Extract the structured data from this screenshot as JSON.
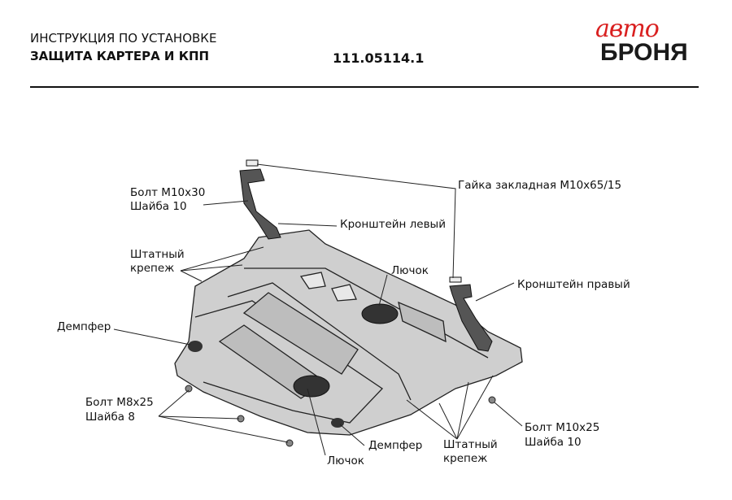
{
  "header": {
    "subtitle": "ИНСТРУКЦИЯ ПО УСТАНОВКЕ",
    "title": "ЗАЩИТА КАРТЕРА И КПП",
    "part_number": "111.05114.1"
  },
  "logo": {
    "line1": "авто",
    "line2": "БРОНЯ",
    "accent_color": "#d92020"
  },
  "labels": {
    "bolt_m10x30": "Болт М10x30",
    "washer_10_top": "Шайба 10",
    "nut_embedded": "Гайка закладная М10х65/15",
    "bracket_left": "Кронштейн левый",
    "std_fastener_top_1": "Штатный",
    "std_fastener_top_2": "крепеж",
    "hatch_top": "Лючок",
    "bracket_right": "Кронштейн правый",
    "damper_left": "Демпфер",
    "bolt_m8x25": "Болт М8x25",
    "washer_8": "Шайба 8",
    "bolt_m10x25": "Болт М10x25",
    "washer_10_bottom": "Шайба 10",
    "damper_bottom": "Демпфер",
    "std_fastener_bottom_1": "Штатный",
    "std_fastener_bottom_2": "крепеж",
    "hatch_bottom": "Лючок"
  }
}
